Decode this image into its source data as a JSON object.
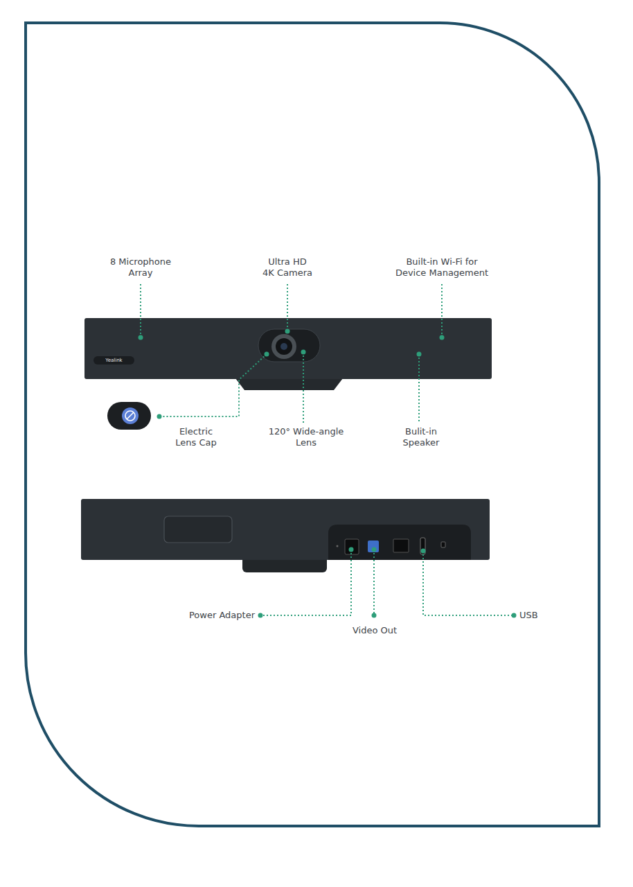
{
  "diagram": {
    "labels": [
      "8 Microphone Array",
      "Ultra HD 4K Camera",
      "Built-in Wi-Fi for Device Management",
      "Yealink",
      "Electric Lens Cap",
      "120° Wide-angle Lens",
      "Bulit-in Speaker",
      "Power Adapter",
      "Video Out",
      "USB"
    ]
  }
}
